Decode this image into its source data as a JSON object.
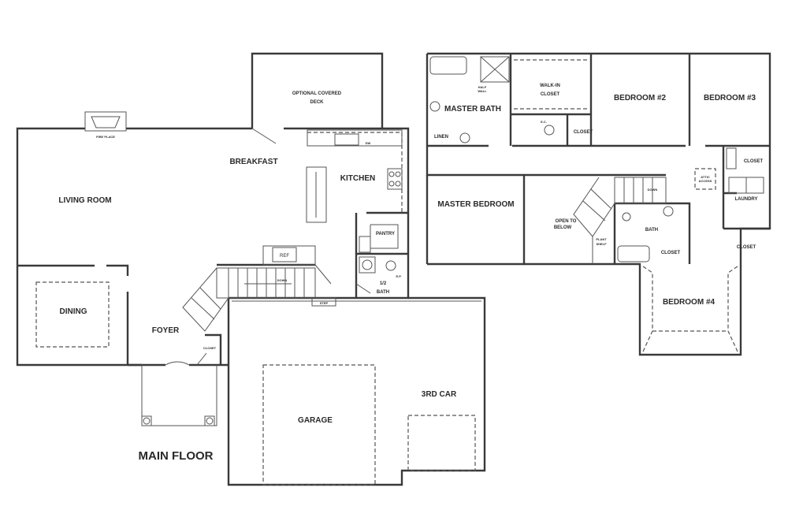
{
  "title": "MAIN FLOOR",
  "main_floor": {
    "deck": "OPTIONAL COVERED",
    "deck2": "DECK",
    "fireplace": "FIRE PLACE",
    "breakfast": "BREAKFAST",
    "kitchen": "KITCHEN",
    "living_room": "LIVING ROOM",
    "dw": "DW",
    "ref": "REF",
    "pantry": "PANTRY",
    "half_bath_1": "1/2",
    "half_bath_2": "BATH",
    "ep": "E.P.",
    "down": "DOWN",
    "step": "STEP",
    "dining": "DINING",
    "foyer": "FOYER",
    "closet": "CLOSET",
    "garage": "GARAGE",
    "third_car": "3RD CAR"
  },
  "upper_floor": {
    "master_bath": "MASTER BATH",
    "walk_in_1": "WALK-IN",
    "walk_in_2": "CLOSET",
    "half_wall_1": "HALF",
    "half_wall_2": "WALL",
    "linen": "LINEN",
    "ec": "E.C.",
    "closet_a": "CLOSET",
    "bedroom2": "BEDROOM #2",
    "bedroom3": "BEDROOM #3",
    "closet_b": "CLOSET",
    "master_bedroom": "MASTER BEDROOM",
    "open_1": "OPEN TO",
    "open_2": "BELOW",
    "plant_1": "PLANT",
    "plant_2": "SHELF",
    "down": "DOWN",
    "bath": "BATH",
    "closet_c": "CLOSET",
    "attic_1": "ATTIC",
    "attic_2": "ACCESS",
    "laundry": "LAUNDRY",
    "closet_d": "CLOSET",
    "bedroom4": "BEDROOM #4"
  }
}
